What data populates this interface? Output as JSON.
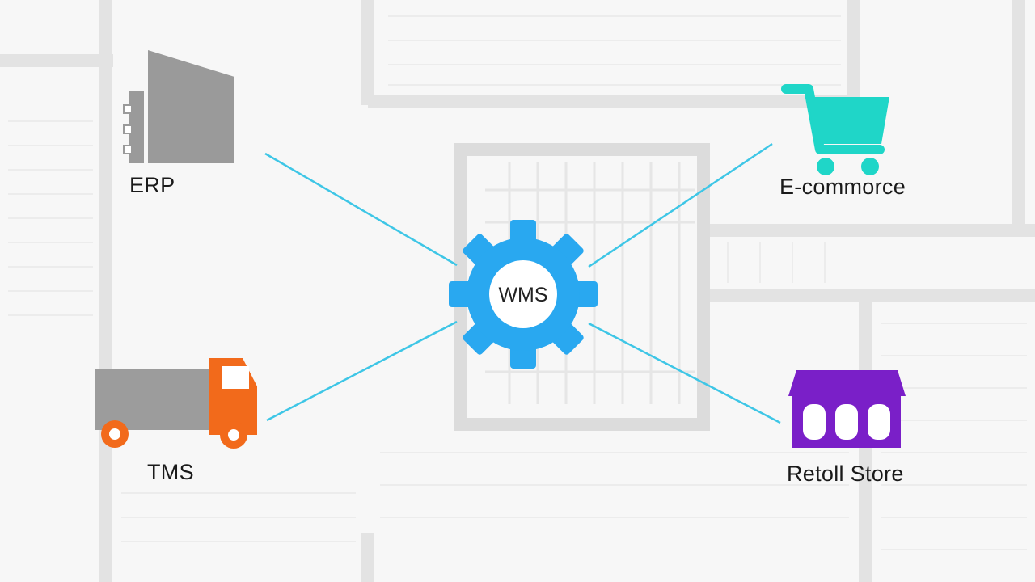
{
  "diagram": {
    "hub": {
      "label": "WMS",
      "color": "#29a8f0",
      "icon": "gear-icon"
    },
    "nodes": {
      "erp": {
        "label": "ERP",
        "icon": "building-icon",
        "color": "#9a9a9a"
      },
      "ecommerce": {
        "label": "E-commorce",
        "icon": "shopping-cart-icon",
        "color": "#1fd6c8"
      },
      "tms": {
        "label": "TMS",
        "icon": "truck-icon",
        "color": "#f26a1b",
        "body_color": "#9c9c9c"
      },
      "retail": {
        "label": "Retoll Store",
        "icon": "storefront-icon",
        "color": "#7a1fc8"
      }
    },
    "connector_color": "#3ec6e6"
  }
}
